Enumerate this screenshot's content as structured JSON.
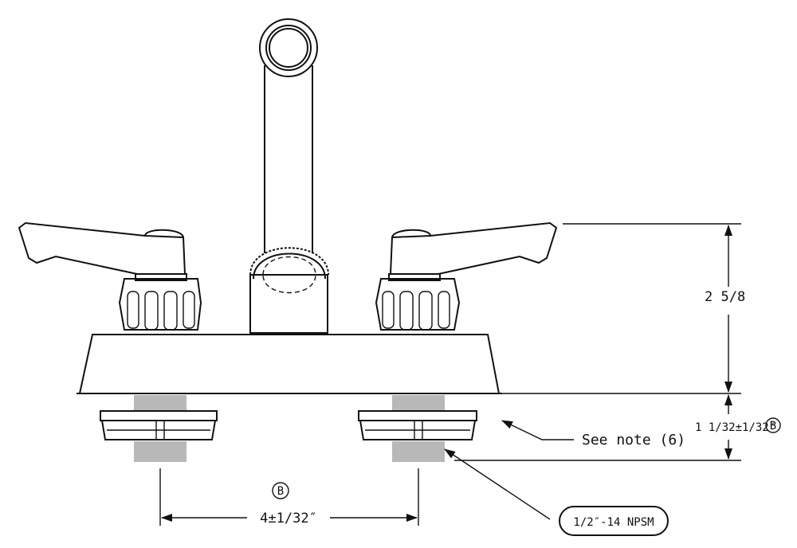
{
  "dimensions": {
    "handle_height": "2 5/8",
    "shank_length": "1 1/32±1/32″",
    "center_spacing": "4±1/32″",
    "ref_marker": "B"
  },
  "callouts": {
    "see_note": "See note (6)",
    "thread_spec": "1/2″-14 NPSM"
  }
}
